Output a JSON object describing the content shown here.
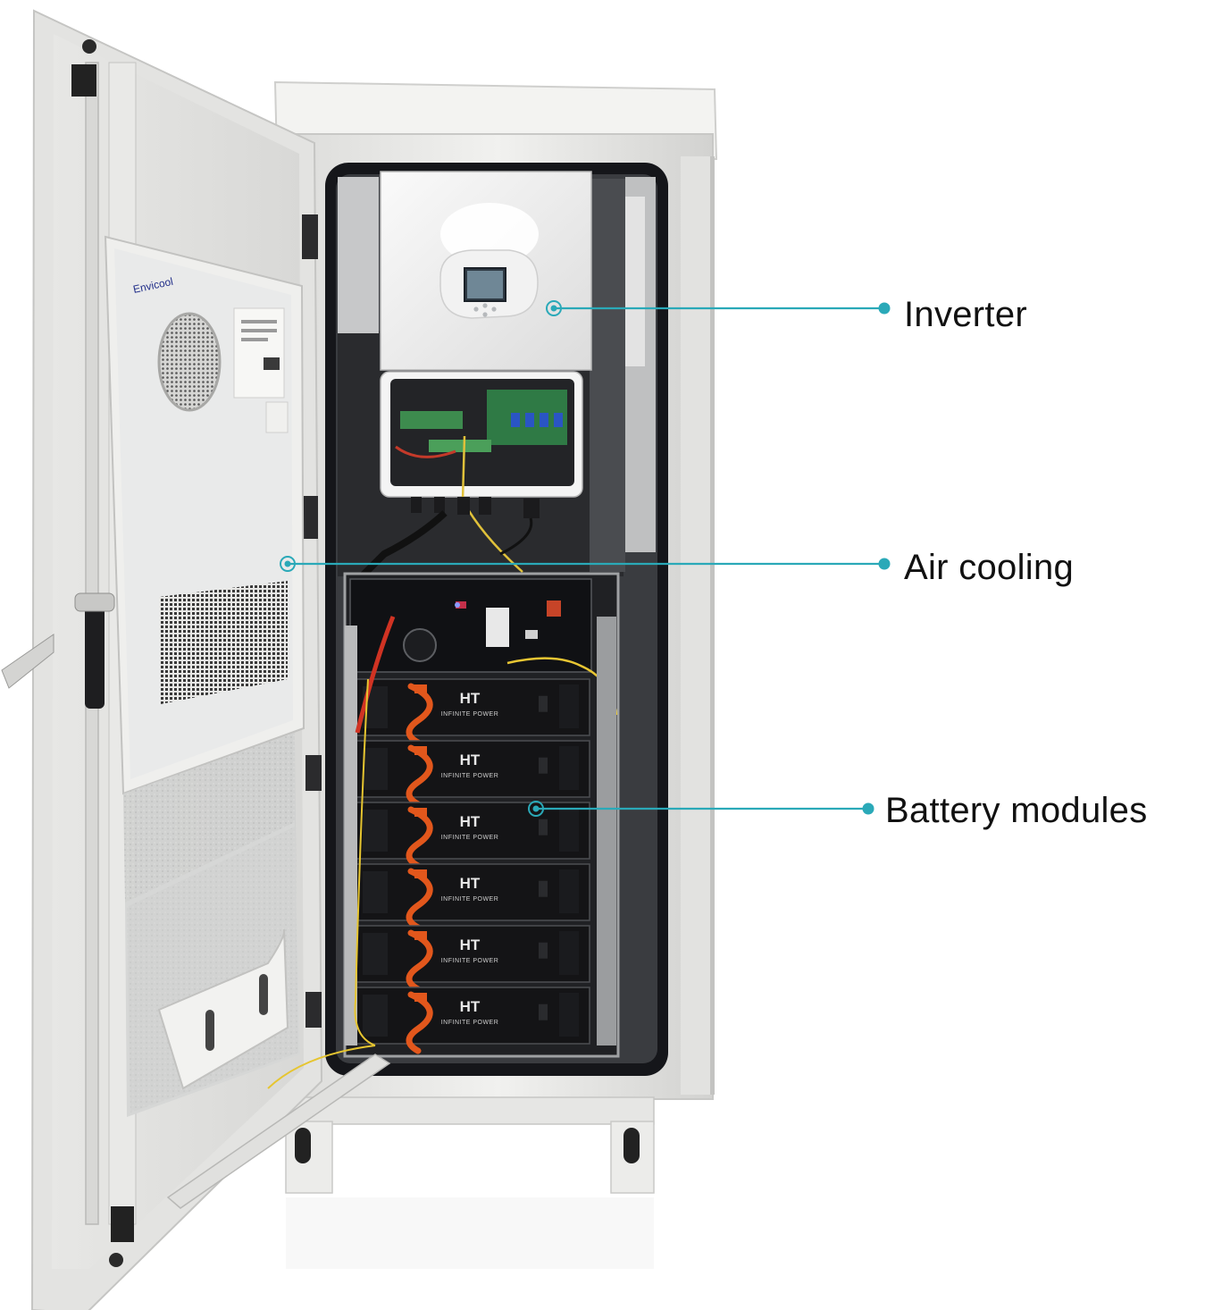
{
  "product": {
    "door_unit_brand": "Envicool",
    "battery_module_brand": "HT",
    "battery_module_tagline": "INFINITE POWER",
    "battery_module_count": 6
  },
  "callouts": [
    {
      "id": "inverter",
      "label": "Inverter"
    },
    {
      "id": "air-cooling",
      "label": "Air cooling"
    },
    {
      "id": "battery-modules",
      "label": "Battery modules"
    }
  ],
  "colors": {
    "callout_line": "#2aa9b8",
    "cabinet": "#ebebea",
    "cabinet_shadow": "#cfcfcd",
    "interior": "#2a2b2e",
    "battery": "#141416",
    "battery_cable": "#e2571c",
    "label_text": "#111111"
  }
}
